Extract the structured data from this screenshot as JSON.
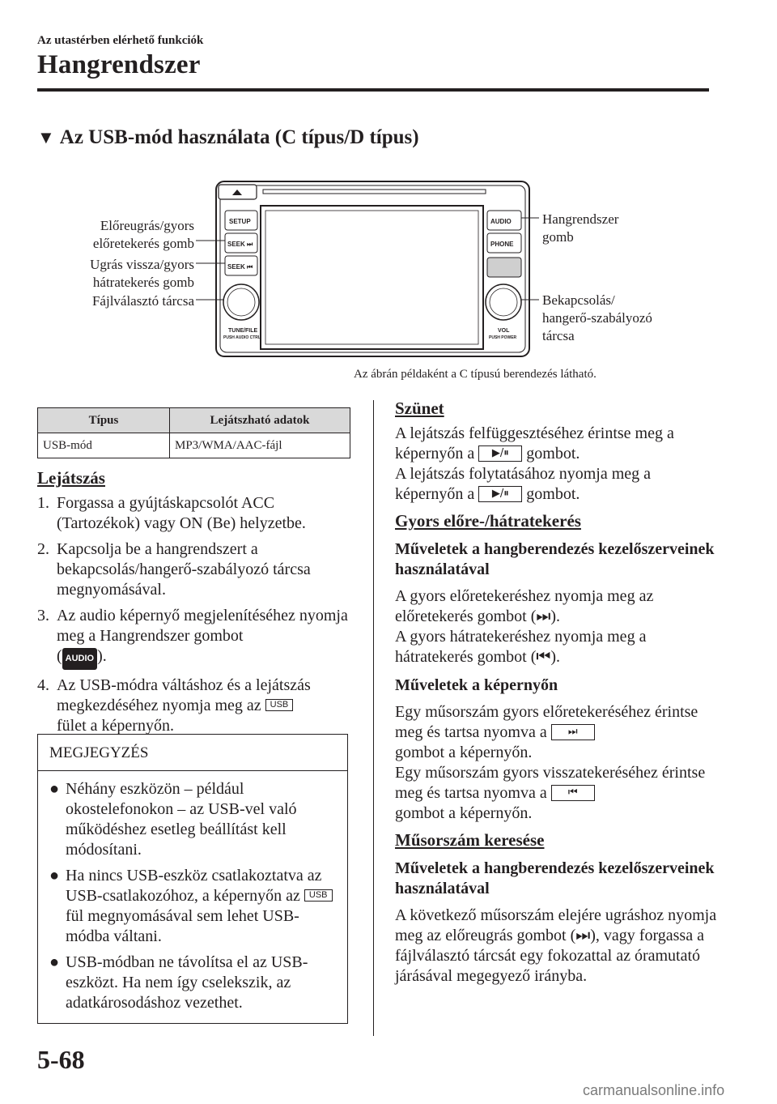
{
  "header": {
    "kicker": "Az utastérben elérhető funkciók",
    "title": "Hangrendszer"
  },
  "section": {
    "marker": "▼",
    "title": "Az USB-mód használata (C típus/D típus)"
  },
  "figure": {
    "labels": {
      "seek_fwd": [
        "Előreugrás/gyors",
        "előretekerés gomb"
      ],
      "seek_back": [
        "Ugrás vissza/gyors",
        "hátratekerés gomb"
      ],
      "tune": "Fájlválasztó tárcsa",
      "audio_btn": [
        "Hangrendszer",
        "gomb"
      ],
      "power": [
        "Bekapcsolás/",
        "hangerő-szabályozó",
        "tárcsa"
      ]
    },
    "unit_buttons": {
      "setup": "SETUP",
      "seek1": "SEEK ⏭",
      "seek2": "SEEK ⏮",
      "audio": "AUDIO",
      "phone": "PHONE",
      "tune_lbl": "TUNE/FILE",
      "tune_sub": "PUSH AUDIO CTRL",
      "vol_lbl": "VOL",
      "vol_sub": "PUSH POWER"
    },
    "caption": "Az ábrán példaként a C típusú berendezés látható."
  },
  "table": {
    "headers": [
      "Típus",
      "Lejátszható adatok"
    ],
    "rows": [
      [
        "USB-mód",
        "MP3/WMA/AAC-fájl"
      ]
    ]
  },
  "left": {
    "heading": "Lejátszás",
    "steps": [
      {
        "n": "1.",
        "text": "Forgassa a gyújtáskapcsolót ACC (Tartozékok) vagy ON (Be) helyzetbe."
      },
      {
        "n": "2.",
        "text": "Kapcsolja be a hangrendszert a bekapcsolás/hangerő-szabályozó tárcsa megnyomásával."
      },
      {
        "n": "3.",
        "text_a": "Az audio képernyő megjelenítéséhez nyomja meg a Hangrendszer gombot",
        "badge": "AUDIO",
        "text_b": ")."
      },
      {
        "n": "4.",
        "text_a": "Az USB-módra váltáshoz és a lejátszás megkezdéséhez nyomja meg az",
        "key": "USB",
        "text_b": "fület a képernyőn."
      }
    ],
    "note": {
      "title": "MEGJEGYZÉS",
      "items": [
        {
          "text": "Néhány eszközön – például okostelefonokon – az USB-vel való működéshez esetleg beállítást kell módosítani."
        },
        {
          "text_a": "Ha nincs USB-eszköz csatlakoztatva az USB-csatlakozóhoz, a képernyőn az",
          "key": "USB",
          "text_b": "fül megnyomásával sem lehet USB-módba váltani."
        },
        {
          "text": "USB-módban ne távolítsa el az USB-eszközt. Ha nem így cselekszik, az adatkárosodáshoz vezethet."
        }
      ]
    }
  },
  "right": {
    "pause_heading": "Szünet",
    "pause_a1": "A lejátszás felfüggesztéséhez érintse meg a képernyőn a",
    "pause_a2": "gombot.",
    "pause_b1": "A lejátszás folytatásához nyomja meg a képernyőn a",
    "pause_b2": "gombot.",
    "play_pause_icon": "▶/⏸",
    "ff_heading": "Gyors előre-/hátratekerés",
    "ops_unit": "Műveletek a hangberendezés kezelőszerveinek használatával",
    "ff_a": "A gyors előretekeréshez nyomja meg az előretekerés gombot (⏭).",
    "rw_a": "A gyors hátratekeréshez nyomja meg a hátratekerés gombot (⏮).",
    "ops_screen": "Műveletek a képernyőn",
    "ff_s1": "Egy műsorszám gyors előretekeréséhez érintse meg és tartsa nyomva a",
    "ff_s2": "gombot a képernyőn.",
    "rw_s1": "Egy műsorszám gyors visszatekeréséhez érintse meg és tartsa nyomva a",
    "rw_s2": "gombot a képernyőn.",
    "ff_icon": "⏭",
    "rw_icon": "⏮",
    "search_heading": "Műsorszám keresése",
    "ops_unit2": "Műveletek a hangberendezés kezelőszerveinek használatával",
    "search_text": "A következő műsorszám elejére ugráshoz nyomja meg az előreugrás gombot (⏭), vagy forgassa a fájlválasztó tárcsát egy fokozattal az óramutató járásával megegyező irányba."
  },
  "page_number": "5-68",
  "footer": "carmanualsonline.info"
}
